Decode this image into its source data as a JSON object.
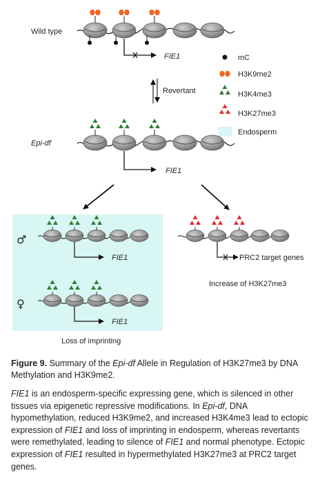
{
  "figure": {
    "wild_type_label": "Wild type",
    "epi_df_label": "Epi-df",
    "revertant_label": "Revertant",
    "fie1_label": "FIE1",
    "prc2_label": "PRC2 target genes",
    "increase_label": "Increase of H3K27me3",
    "loss_label": "Loss of imprinting",
    "male_symbol": "♂",
    "female_symbol": "♀",
    "legend": [
      {
        "label": "mC",
        "icon": "filled-circle",
        "color": "#111111"
      },
      {
        "label": "H3K9me2",
        "icon": "orange-hexagon-pair",
        "color": "#f26522"
      },
      {
        "label": "H3K4me3",
        "icon": "green-triangles",
        "color": "#2e7d32"
      },
      {
        "label": "H3K27me3",
        "icon": "red-triangles",
        "color": "#e8262c"
      },
      {
        "label": "Endosperm",
        "icon": "cyan-box",
        "color": "#d8f6f3"
      }
    ]
  },
  "caption": {
    "prefix": "Figure 9.",
    "t1": " Summary of the ",
    "i1": "Epi-df",
    "t2": " Allele in Regulation of H3K27me3 by DNA Methylation and H3K9me2."
  },
  "body": {
    "s1": "FIE1",
    "s2": " is an endosperm-specific expressing gene, which is silenced in other tissues via epigenetic repressive modifications. In ",
    "s3": "Epi-df",
    "s4": ", DNA hypomethylation, reduced H3K9me2, and increased H3K4me3 lead to ectopic expression of ",
    "s5": "FIE1",
    "s6": " and loss of imprinting in endosperm, whereas revertants were remethylated, leading to silence of ",
    "s7": "FIE1",
    "s8": " and normal phenotype. Ectopic expression of ",
    "s9": "FIE1",
    "s10": " resulted in hypermethylated H3K27me3 at PRC2 target genes."
  }
}
